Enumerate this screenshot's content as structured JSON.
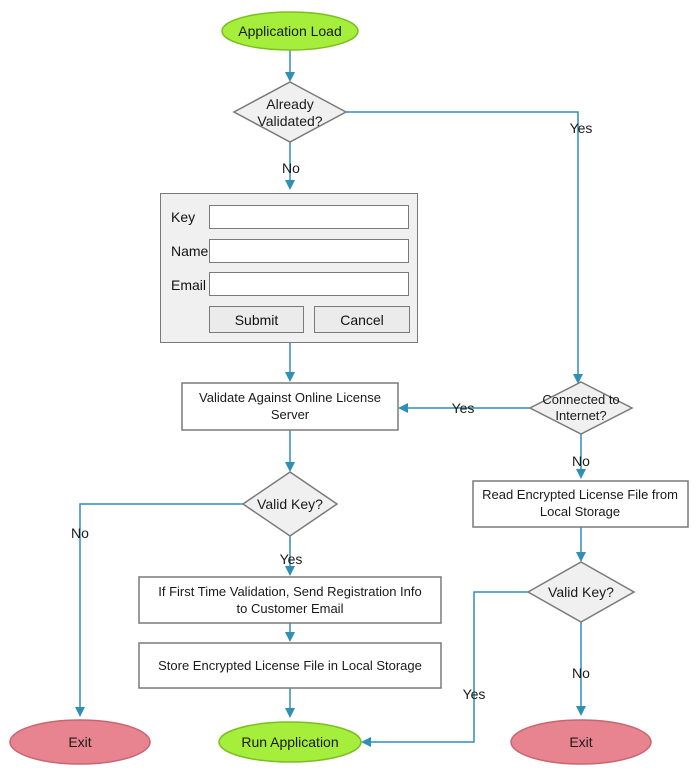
{
  "nodes": {
    "app_load": "Application Load",
    "already_validated": [
      "Already",
      "Validated?"
    ],
    "validate_online": [
      "Validate Against Online License",
      "Server"
    ],
    "valid_key_left": "Valid Key?",
    "first_time": [
      "If First Time Validation, Send Registration Info",
      "to Customer Email"
    ],
    "store_file": "Store Encrypted License File in Local Storage",
    "run_app": "Run Application",
    "exit_left": "Exit",
    "connected": [
      "Connected to",
      "Internet?"
    ],
    "read_file": [
      "Read Encrypted License File from",
      "Local Storage"
    ],
    "valid_key_right": "Valid Key?",
    "exit_right": "Exit"
  },
  "edge_labels": {
    "already_yes": "Yes",
    "already_no": "No",
    "connected_yes": "Yes",
    "connected_no": "No",
    "valid_left_no": "No",
    "valid_left_yes": "Yes",
    "valid_right_yes": "Yes",
    "valid_right_no": "No"
  },
  "form": {
    "key_label": "Key",
    "name_label": "Name",
    "email_label": "Email",
    "key_value": "",
    "name_value": "",
    "email_value": "",
    "submit_label": "Submit",
    "cancel_label": "Cancel"
  },
  "colors": {
    "terminal_start": "#a6ee3c",
    "terminal_exit": "#e8848f",
    "arrow": "#2f8fb5",
    "node_border": "#7a7a7a"
  }
}
